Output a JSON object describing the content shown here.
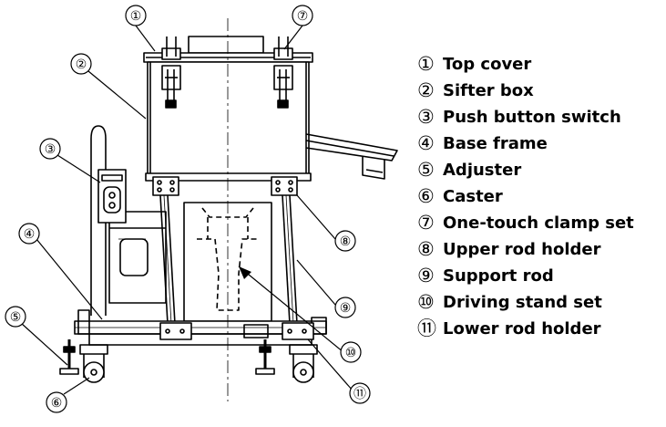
{
  "callouts": [
    "①",
    "②",
    "③",
    "④",
    "⑤",
    "⑥",
    "⑦",
    "⑧",
    "⑨",
    "⑩",
    "⑪"
  ],
  "legend": [
    {
      "num": "①",
      "label": "Top cover"
    },
    {
      "num": "②",
      "label": "Sifter box"
    },
    {
      "num": "③",
      "label": "Push button switch"
    },
    {
      "num": "④",
      "label": "Base frame"
    },
    {
      "num": "⑤",
      "label": "Adjuster"
    },
    {
      "num": "⑥",
      "label": "Caster"
    },
    {
      "num": "⑦",
      "label": "One-touch clamp set"
    },
    {
      "num": "⑧",
      "label": "Upper rod holder"
    },
    {
      "num": "⑨",
      "label": "Support rod"
    },
    {
      "num": "⑩",
      "label": "Driving stand set"
    },
    {
      "num": "⑪",
      "label": "Lower rod holder"
    }
  ]
}
